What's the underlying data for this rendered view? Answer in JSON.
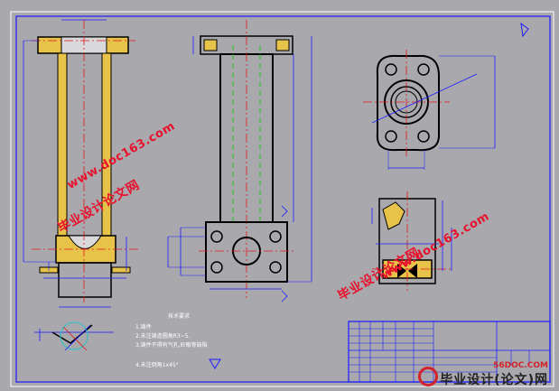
{
  "watermarks": {
    "site_url": "www.doc163.com",
    "site_name": "毕业设计论文网"
  },
  "logo": {
    "site": "56DOC.COM",
    "name": "毕业设计(论文)网"
  },
  "notes": {
    "heading": "技术要求",
    "items": [
      "1.铸件",
      "2.未注铸造圆角R3~5.",
      "3.铸件不得有气孔,砂眼等缺陷",
      "4.未注倒角1x45°"
    ]
  },
  "colors": {
    "background": "#a9a9ad",
    "outline": "#000000",
    "dimension": "#1a1aff",
    "centerline": "#e0151b",
    "hidden": "#23c423",
    "hatch": "#e8c34a",
    "watermark": "#e8112d"
  }
}
